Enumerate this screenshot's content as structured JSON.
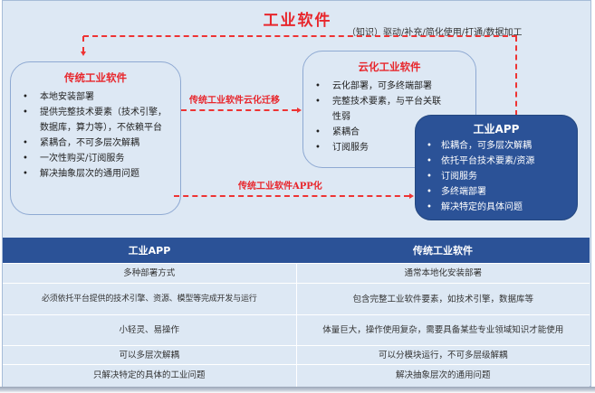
{
  "diagram": {
    "title": "工业软件",
    "subtitle": "（知识）驱动/补充/简化使用/打通/数据加工",
    "colors": {
      "background": "#dde8f4",
      "accent_red": "#e8262c",
      "app_blue": "#2b5297",
      "box_border": "#8ea9d2"
    },
    "boxes": {
      "traditional": {
        "title": "传统工业软件",
        "items": [
          "本地安装部署",
          "提供完整技术要素（技术引擎，数据库，算力等），不依赖平台",
          "紧耦合，不可多层次解耦",
          "一次性购买/订阅服务",
          "解决抽象层次的通用问题"
        ]
      },
      "cloud": {
        "title": "云化工业软件",
        "items": [
          "云化部署，可多终端部署",
          "完整技术要素，与平台关联性弱",
          "紧耦合",
          "订阅服务"
        ]
      },
      "app": {
        "title": "工业APP",
        "items": [
          "松耦合，可多层次解耦",
          "依托平台技术要素/资源",
          "订阅服务",
          "多终端部署",
          "解决特定的具体问题"
        ]
      }
    },
    "arrows": {
      "cloud_migration_label": "传统工业软件云化迁移",
      "app_label": "传统工业软件APP化"
    },
    "bullet_symbol": "•"
  },
  "table": {
    "headers": [
      "工业APP",
      "传统工业软件"
    ],
    "rows": [
      [
        "多种部署方式",
        "通常本地化安装部署"
      ],
      [
        "必须依托平台提供的技术引擎、资源、模型等完成开发与运行",
        "包含完整工业软件要素，如技术引擎，数据库等"
      ],
      [
        "小轻灵、易操作",
        "体量巨大，操作使用复杂，需要具备某些专业领域知识才能使用"
      ],
      [
        "可以多层次解耦",
        "可以分模块运行，不可多层级解耦"
      ],
      [
        "只解决特定的具体的工业问题",
        "解决抽象层次的通用问题"
      ]
    ]
  }
}
